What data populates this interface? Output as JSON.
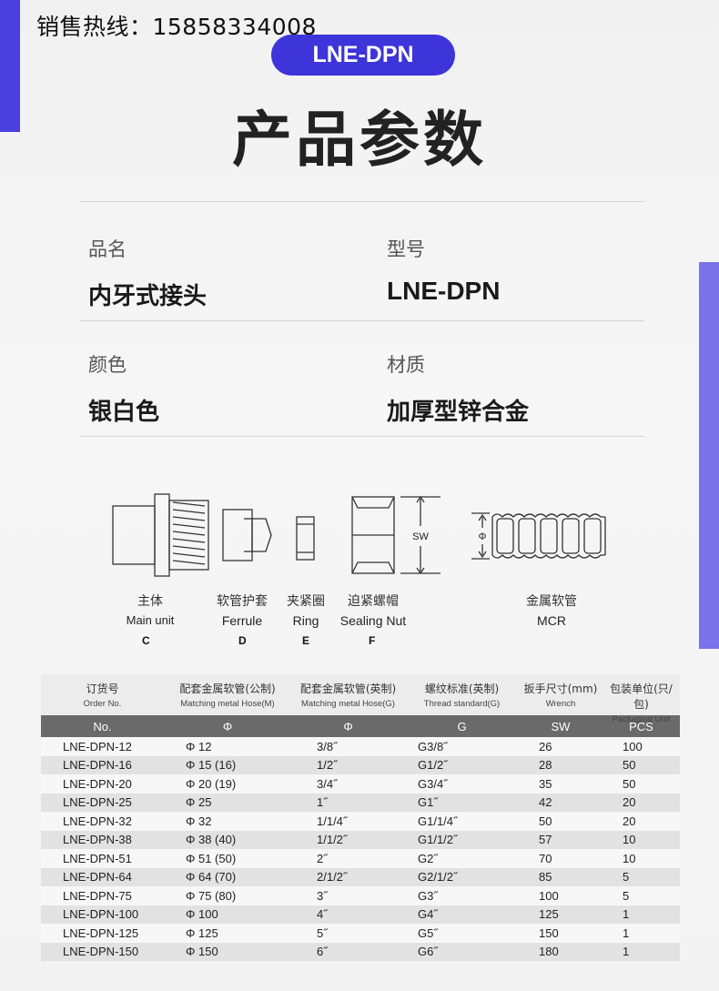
{
  "header": {
    "hotline": "销售热线：15858334008",
    "model_badge": "LNE-DPN",
    "title": "产品参数"
  },
  "colors": {
    "accent": "#3d34d9",
    "accent_light": "#7a72e8",
    "table_header": "#6a6a6a"
  },
  "attributes": [
    {
      "label": "品名",
      "value": "内牙式接头"
    },
    {
      "label": "型号",
      "value": "LNE-DPN"
    },
    {
      "label": "颜色",
      "value": "银白色"
    },
    {
      "label": "材质",
      "value": "加厚型锌合金"
    }
  ],
  "diagram": {
    "parts": [
      {
        "cn": "主体",
        "en": "Main unit",
        "code": "C"
      },
      {
        "cn": "软管护套",
        "en": "Ferrule",
        "code": "D"
      },
      {
        "cn": "夹紧圈",
        "en": "Ring",
        "code": "E"
      },
      {
        "cn": "迫紧螺帽",
        "en": "Sealing Nut",
        "code": "F"
      },
      {
        "cn": "金属软管",
        "en": "MCR",
        "code": ""
      }
    ],
    "sw_label": "SW",
    "phi_label": "Φ"
  },
  "table": {
    "columns": [
      {
        "cn": "订货号",
        "en": "Order No."
      },
      {
        "cn": "配套金属软管(公制)",
        "en": "Matching metal Hose(M)"
      },
      {
        "cn": "配套金属软管(英制)",
        "en": "Matching metal Hose(G)"
      },
      {
        "cn": "螺纹标准(英制)",
        "en": "Thread standard(G)"
      },
      {
        "cn": "扳手尺寸(mm)",
        "en": "Wrench"
      },
      {
        "cn": "包装单位(只/包)",
        "en": "Packaging Unit"
      }
    ],
    "subheader": [
      "No.",
      "Φ",
      "Φ",
      "G",
      "SW",
      "PCS"
    ],
    "rows": [
      [
        "LNE-DPN-12",
        "Φ 12",
        "3/8˝",
        "G3/8˝",
        "26",
        "100"
      ],
      [
        "LNE-DPN-16",
        "Φ 15 (16)",
        "1/2˝",
        "G1/2˝",
        "28",
        "50"
      ],
      [
        "LNE-DPN-20",
        "Φ 20 (19)",
        "3/4˝",
        "G3/4˝",
        "35",
        "50"
      ],
      [
        "LNE-DPN-25",
        "Φ 25",
        "1˝",
        "G1˝",
        "42",
        "20"
      ],
      [
        "LNE-DPN-32",
        "Φ 32",
        "1/1/4˝",
        "G1/1/4˝",
        "50",
        "20"
      ],
      [
        "LNE-DPN-38",
        "Φ 38 (40)",
        "1/1/2˝",
        "G1/1/2˝",
        "57",
        "10"
      ],
      [
        "LNE-DPN-51",
        "Φ 51 (50)",
        "2˝",
        "G2˝",
        "70",
        "10"
      ],
      [
        "LNE-DPN-64",
        "Φ 64 (70)",
        "2/1/2˝",
        "G2/1/2˝",
        "85",
        "5"
      ],
      [
        "LNE-DPN-75",
        "Φ 75 (80)",
        "3˝",
        "G3˝",
        "100",
        "5"
      ],
      [
        "LNE-DPN-100",
        "Φ 100",
        "4˝",
        "G4˝",
        "125",
        "1"
      ],
      [
        "LNE-DPN-125",
        "Φ 125",
        "5˝",
        "G5˝",
        "150",
        "1"
      ],
      [
        "LNE-DPN-150",
        "Φ 150",
        "6˝",
        "G6˝",
        "180",
        "1"
      ]
    ]
  }
}
